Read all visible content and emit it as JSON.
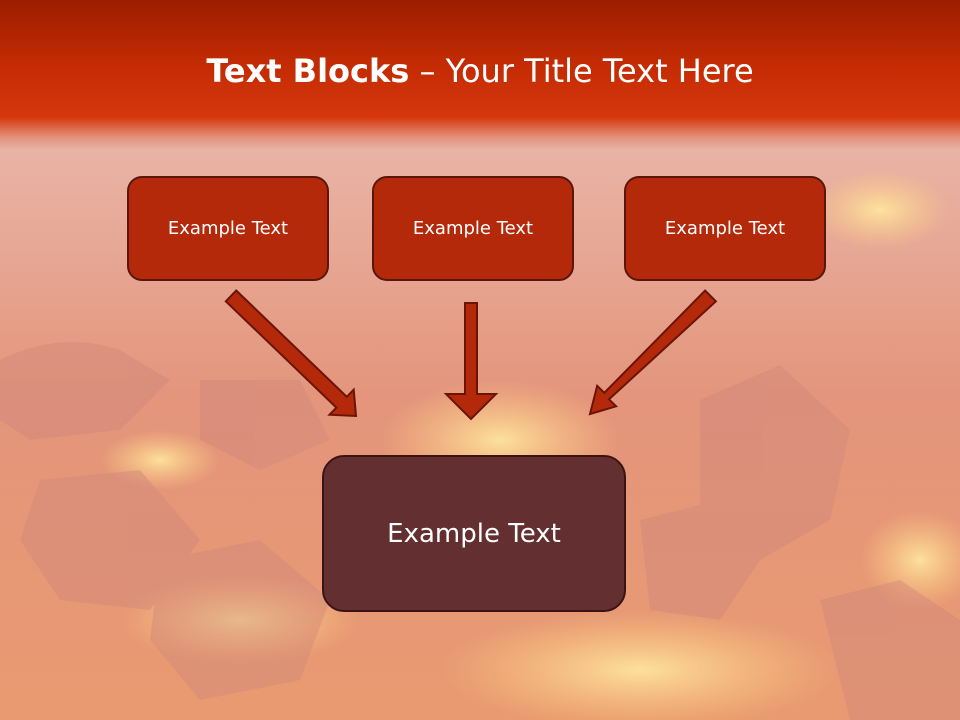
{
  "title": {
    "bold": "Text Blocks",
    "separator": " – ",
    "rest": "Your Title Text Here"
  },
  "boxes": [
    {
      "label": "Example Text"
    },
    {
      "label": "Example Text"
    },
    {
      "label": "Example Text"
    },
    {
      "label": "Example Text"
    }
  ],
  "colors": {
    "header": "#c52c04",
    "box": "#b5290b",
    "target_box": "#642f31",
    "arrow": "#b5290b"
  }
}
